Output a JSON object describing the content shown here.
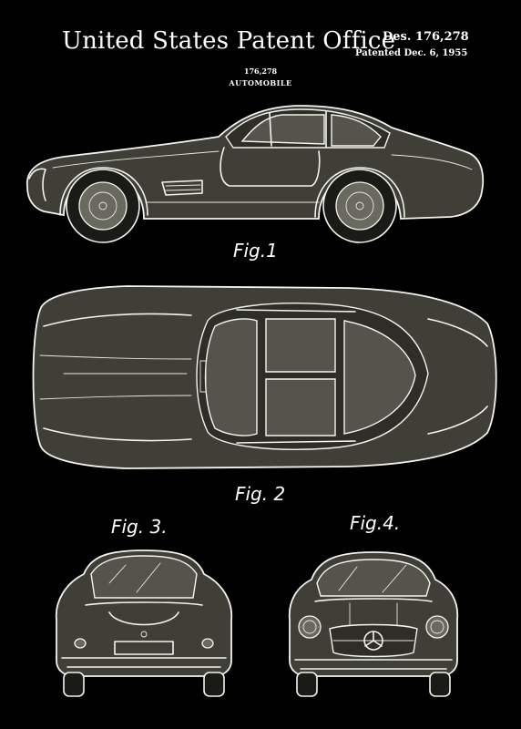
{
  "header": {
    "office": "United States Patent Office",
    "design_number": "Des. 176,278",
    "patented": "Patented Dec. 6, 1955",
    "number_small": "176,278",
    "subject": "AUTOMOBILE"
  },
  "figures": {
    "fig1": "Fig.1",
    "fig2": "Fig. 2",
    "fig3": "Fig. 3.",
    "fig4": "Fig.4."
  },
  "colors": {
    "background": "#000000",
    "body_fill": "#3f3e37",
    "line": "#f4f4ee"
  }
}
